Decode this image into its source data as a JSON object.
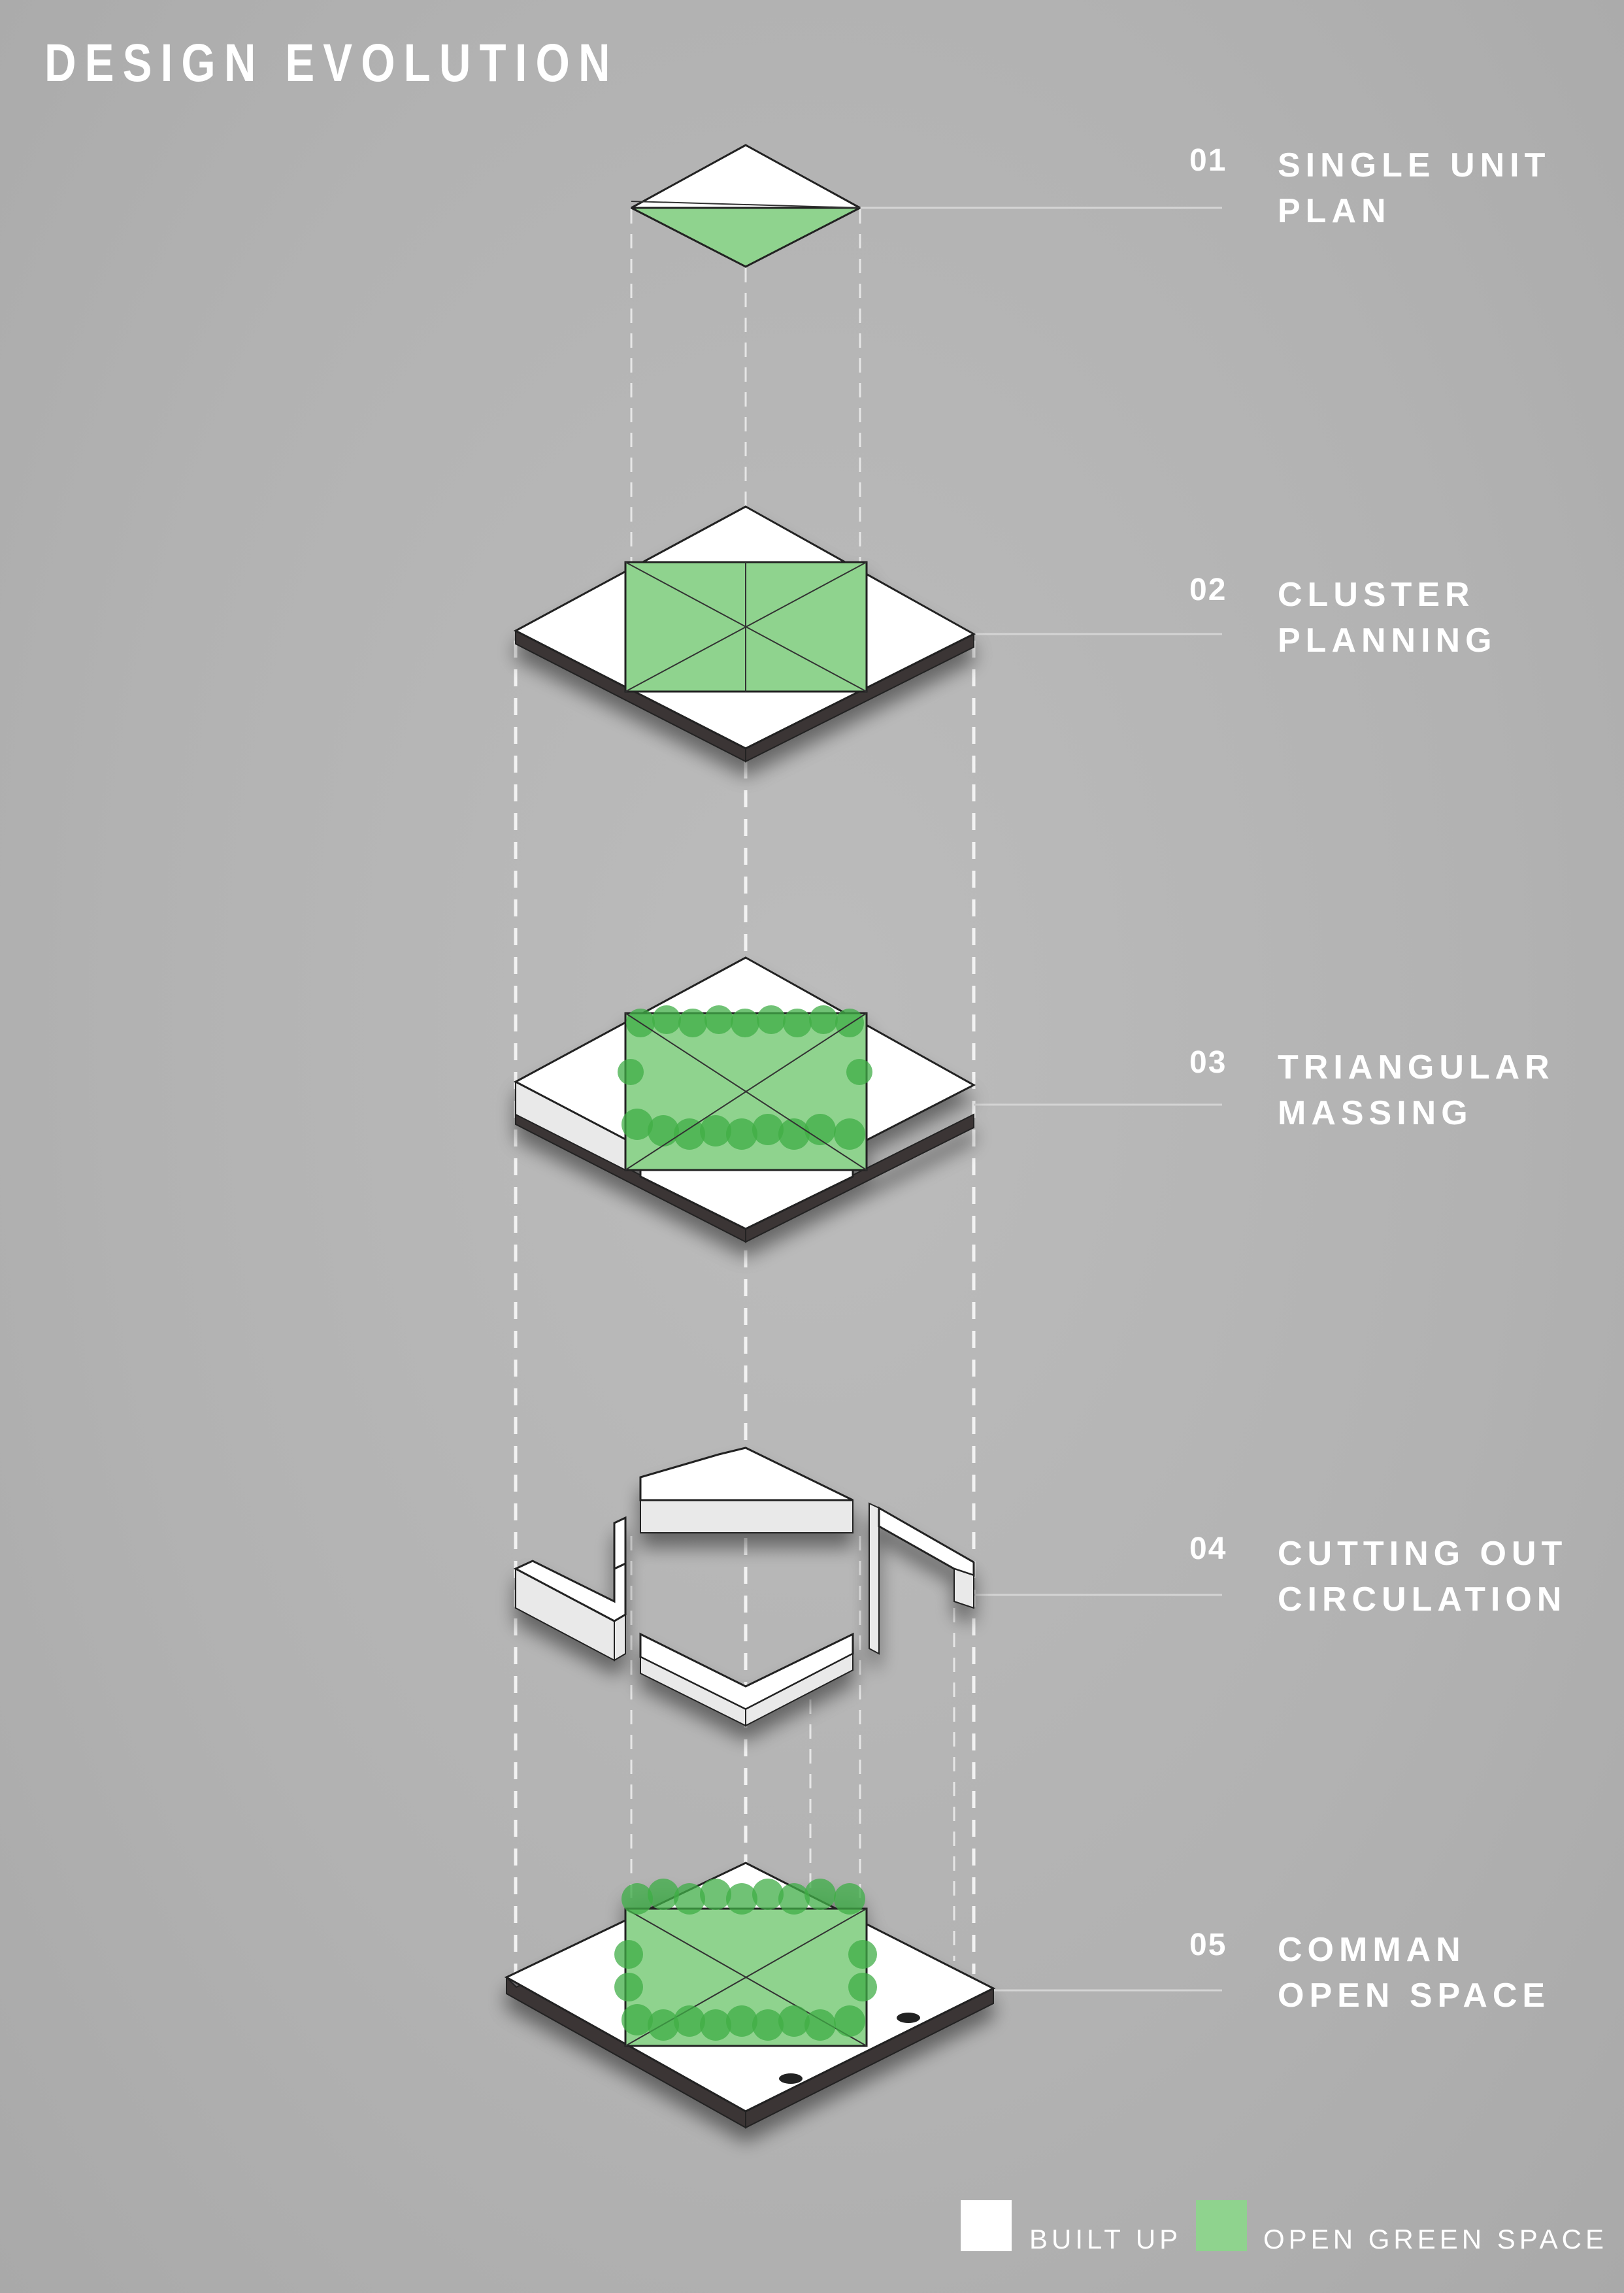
{
  "title": "DESIGN EVOLUTION",
  "steps": [
    {
      "num": "01",
      "line1": "SINGLE UNIT",
      "line2": "PLAN"
    },
    {
      "num": "02",
      "line1": "CLUSTER",
      "line2": "PLANNING"
    },
    {
      "num": "03",
      "line1": "TRIANGULAR",
      "line2": "MASSING"
    },
    {
      "num": "04",
      "line1": "CUTTING OUT",
      "line2": "CIRCULATION"
    },
    {
      "num": "05",
      "line1": "COMMAN",
      "line2": "OPEN SPACE"
    }
  ],
  "legend": {
    "built_up": {
      "label": "BUILT UP",
      "color": "#ffffff"
    },
    "green": {
      "label": "OPEN GREEN SPACE",
      "color": "#8fd38e"
    }
  }
}
